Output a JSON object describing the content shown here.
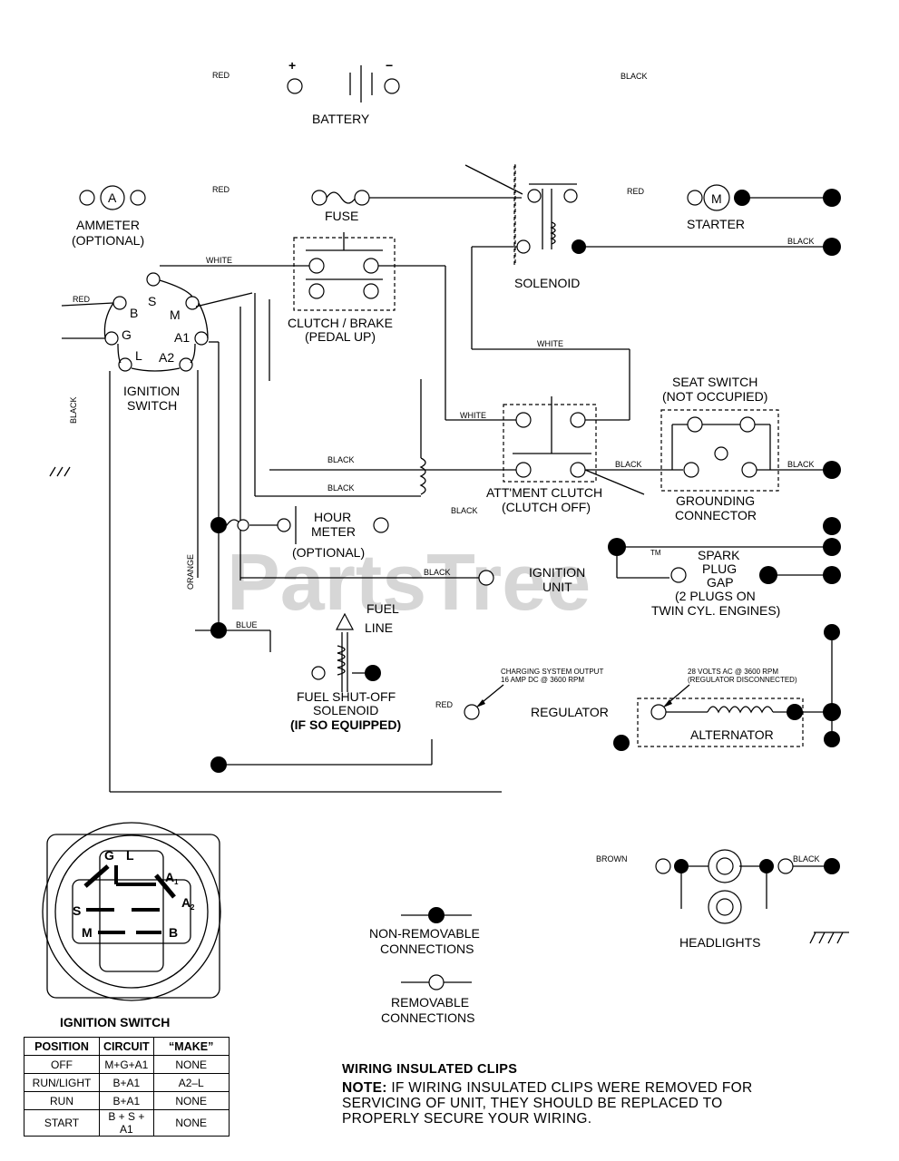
{
  "watermark": {
    "text": "PartsTree",
    "tm": "TM"
  },
  "components": {
    "battery": "BATTERY",
    "battery_plus": "+",
    "battery_minus": "−",
    "ammeter_symbol": "A",
    "ammeter": [
      "AMMETER",
      "(OPTIONAL)"
    ],
    "fuse": "FUSE",
    "solenoid": "SOLENOID",
    "starter_symbol": "M",
    "starter": "STARTER",
    "clutch_brake": [
      "CLUTCH / BRAKE",
      "(PEDAL UP)"
    ],
    "ignition_switch": [
      "IGNITION",
      "SWITCH"
    ],
    "terminals": [
      "S",
      "B",
      "M",
      "G",
      "A1",
      "L",
      "A2"
    ],
    "seat_switch": [
      "SEAT SWITCH",
      "(NOT OCCUPIED)"
    ],
    "attachment_clutch": [
      "ATT'MENT CLUTCH",
      "(CLUTCH OFF)"
    ],
    "grounding_connector": [
      "GROUNDING",
      "CONNECTOR"
    ],
    "hour_meter": [
      "HOUR",
      "METER",
      "(OPTIONAL)"
    ],
    "ignition_unit": [
      "IGNITION",
      "UNIT"
    ],
    "spark_plug": [
      "SPARK",
      "PLUG",
      "GAP",
      "(2 PLUGS ON",
      "TWIN CYL. ENGINES)"
    ],
    "fuel_line": [
      "FUEL",
      "LINE"
    ],
    "fuel_solenoid": [
      "FUEL SHUT-OFF",
      "SOLENOID",
      "(IF SO EQUIPPED)"
    ],
    "charging_output": [
      "CHARGING SYSTEM OUTPUT",
      "16 AMP DC @ 3600 RPM"
    ],
    "alternator_output": [
      "28 VOLTS AC @ 3600 RPM",
      "(REGULATOR DISCONNECTED)"
    ],
    "regulator": "REGULATOR",
    "alternator": "ALTERNATOR",
    "headlights": "HEADLIGHTS",
    "non_removable": [
      "NON-REMOVABLE",
      "CONNECTIONS"
    ],
    "removable": [
      "REMOVABLE",
      "CONNECTIONS"
    ]
  },
  "wire_labels": {
    "red": "RED",
    "black": "BLACK",
    "white": "WHITE",
    "orange": "ORANGE",
    "blue": "BLUE",
    "brown": "BROWN"
  },
  "switch_diagram": {
    "title": "IGNITION SWITCH",
    "letters": [
      "G",
      "L",
      "A",
      "1",
      "S",
      "A",
      "2",
      "M",
      "B"
    ]
  },
  "ignition_table": {
    "headers": [
      "POSITION",
      "CIRCUIT",
      "“MAKE”"
    ],
    "rows": [
      [
        "OFF",
        "M+G+A1",
        "NONE"
      ],
      [
        "RUN/LIGHT",
        "B+A1",
        "A2–L"
      ],
      [
        "RUN",
        "B+A1",
        "NONE"
      ],
      [
        "START",
        "B + S + A1",
        "NONE"
      ]
    ]
  },
  "note": {
    "title": "WIRING INSULATED CLIPS",
    "lead": "NOTE:",
    "lines": [
      " IF WIRING INSULATED CLIPS WERE REMOVED FOR",
      "SERVICING OF UNIT, THEY SHOULD BE REPLACED TO",
      "PROPERLY SECURE YOUR WIRING."
    ]
  }
}
